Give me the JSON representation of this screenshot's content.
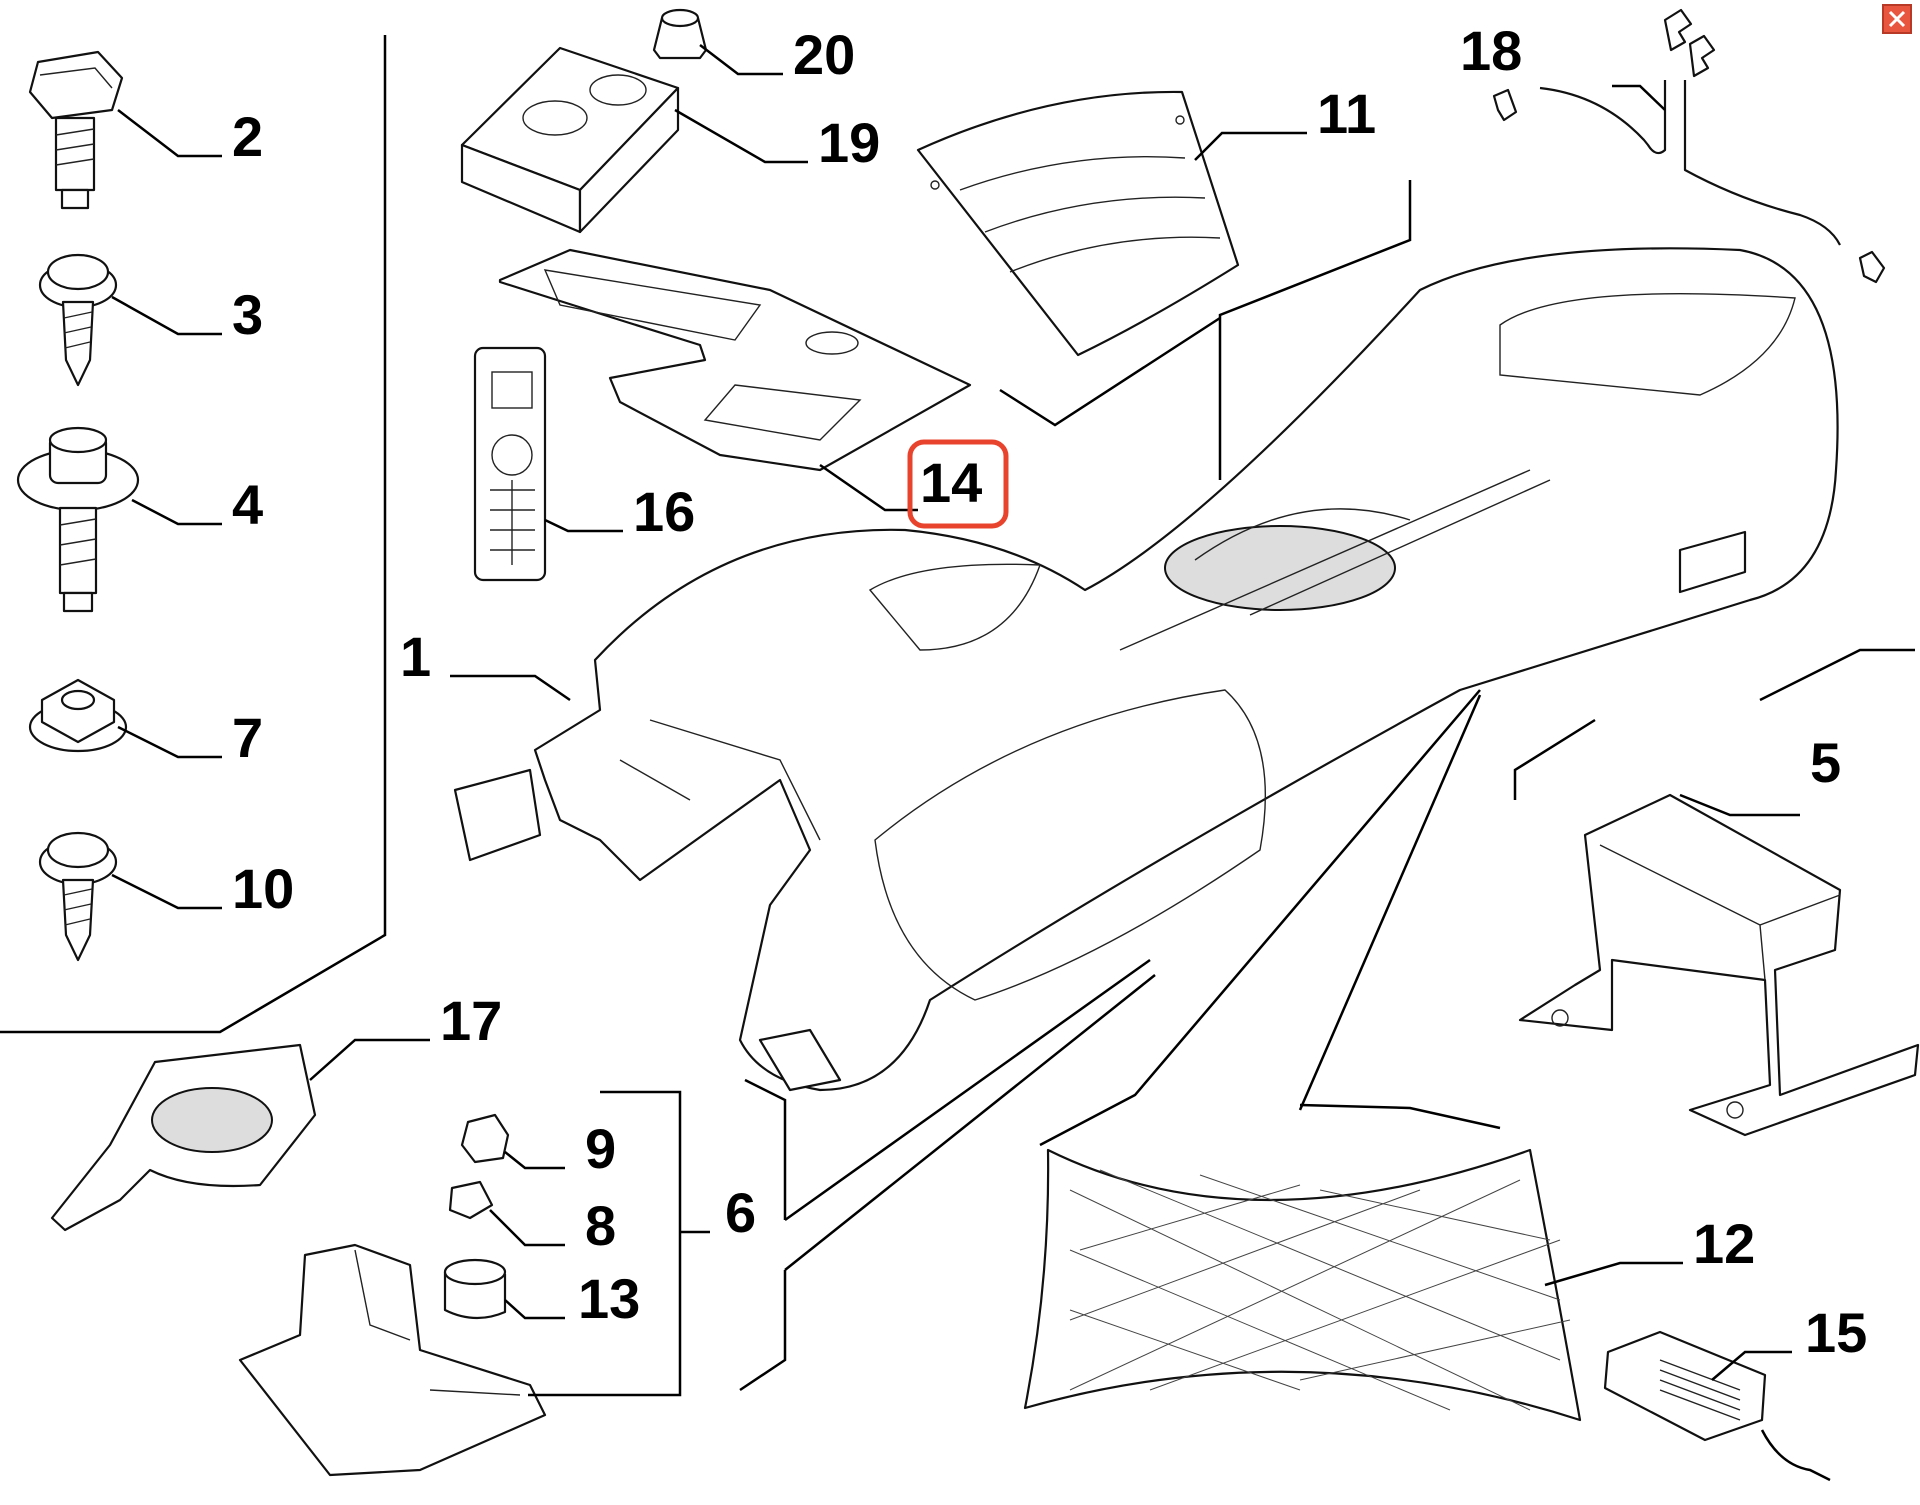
{
  "labels": {
    "p1": "1",
    "p2": "2",
    "p3": "3",
    "p4": "4",
    "p5": "5",
    "p6": "6",
    "p7": "7",
    "p8": "8",
    "p9": "9",
    "p10": "10",
    "p11": "11",
    "p12": "12",
    "p13": "13",
    "p14": "14",
    "p15": "15",
    "p16": "16",
    "p17": "17",
    "p18": "18",
    "p19": "19",
    "p20": "20"
  },
  "highlight": {
    "part": "14",
    "color": "#e8432d"
  },
  "close_button": {
    "icon": "close-icon",
    "color": "#e8563f"
  }
}
